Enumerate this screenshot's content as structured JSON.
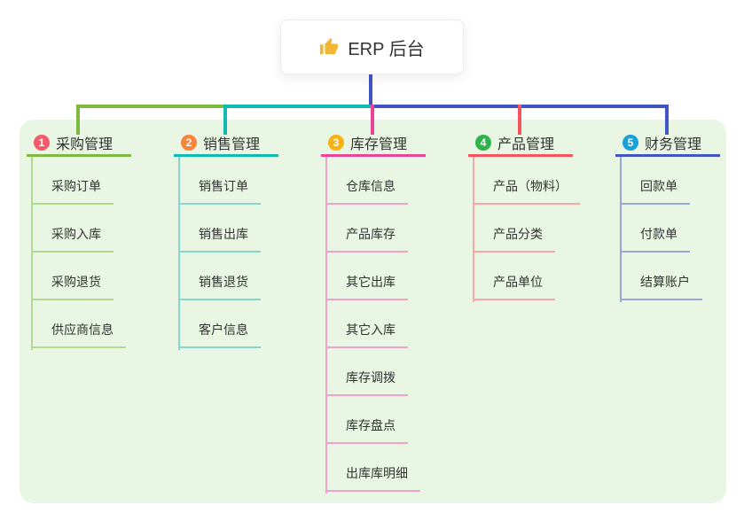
{
  "root": {
    "title": "ERP 后台",
    "icon": "thumbs-up-icon",
    "icon_color": "#f2b636"
  },
  "branches": [
    {
      "num": "1",
      "label": "采购管理",
      "badge_color": "#f25b69",
      "line_color": "#7eba41",
      "sub_line_color": "#b3d890",
      "items": [
        "采购订单",
        "采购入库",
        "采购退货",
        "供应商信息"
      ]
    },
    {
      "num": "2",
      "label": "销售管理",
      "badge_color": "#f9853b",
      "line_color": "#12b9b0",
      "sub_line_color": "#85d6cf",
      "items": [
        "销售订单",
        "销售出库",
        "销售退货",
        "客户信息"
      ]
    },
    {
      "num": "3",
      "label": "库存管理",
      "badge_color": "#f7b316",
      "line_color": "#ea4397",
      "sub_line_color": "#f2a2c9",
      "items": [
        "仓库信息",
        "产品库存",
        "其它出库",
        "其它入库",
        "库存调拨",
        "库存盘点",
        "出库库明细"
      ]
    },
    {
      "num": "4",
      "label": "产品管理",
      "badge_color": "#2fb34c",
      "line_color": "#f85460",
      "sub_line_color": "#f9a6a4",
      "items": [
        "产品（物料）",
        "产品分类",
        "产品单位"
      ]
    },
    {
      "num": "5",
      "label": "财务管理",
      "badge_color": "#1ba0d8",
      "line_color": "#4254c5",
      "sub_line_color": "#96a6d8",
      "items": [
        "回款单",
        "付款单",
        "结算账户"
      ]
    }
  ],
  "colors": {
    "canvas_bg": "#ffffff",
    "panel_bg": "#e9f6e3",
    "text": "#333333"
  }
}
